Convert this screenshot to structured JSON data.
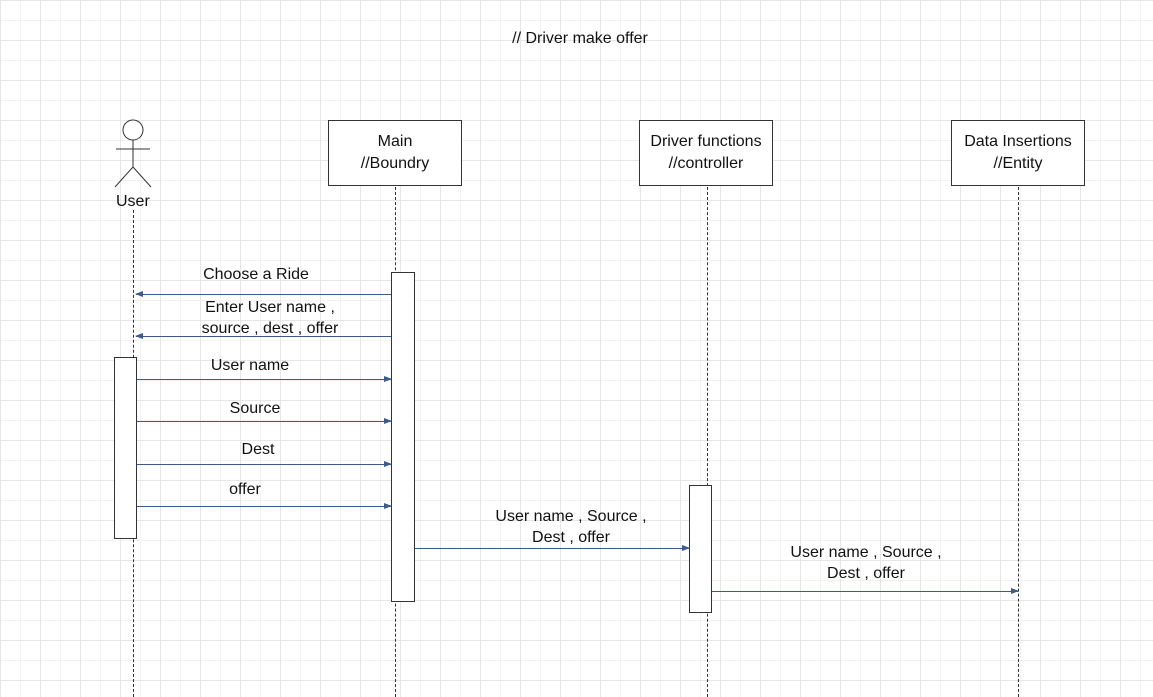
{
  "title": "// Driver make offer",
  "actor": {
    "name": "User"
  },
  "lifelines": [
    {
      "line1": "Main",
      "line2": "//Boundry"
    },
    {
      "line1": "Driver functions",
      "line2": "//controller"
    },
    {
      "line1": "Data Insertions",
      "line2": "//Entity"
    }
  ],
  "messages": [
    {
      "lines": [
        "Choose a Ride"
      ],
      "direction": "Main → User"
    },
    {
      "lines": [
        "Enter User name ,",
        "source , dest , offer"
      ],
      "direction": "Main → User"
    },
    {
      "lines": [
        "User name"
      ],
      "direction": "User → Main"
    },
    {
      "lines": [
        "Source"
      ],
      "direction": "User → Main"
    },
    {
      "lines": [
        "Dest"
      ],
      "direction": "User → Main"
    },
    {
      "lines": [
        "offer"
      ],
      "direction": "User → Main"
    },
    {
      "lines": [
        "User name , Source ,",
        "Dest , offer"
      ],
      "direction": "Main → Driver functions"
    },
    {
      "lines": [
        "User name , Source ,",
        "Dest , offer"
      ],
      "direction": "Driver functions → Data Insertions"
    }
  ],
  "colors": {
    "arrow": "#3d5a8a",
    "grid": "#e6e6e6",
    "line": "#333333"
  }
}
